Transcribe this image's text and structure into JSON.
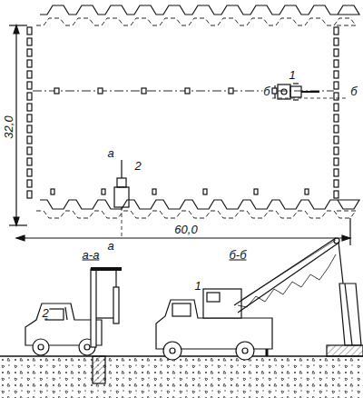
{
  "diagram": {
    "labels": [
      "32,0",
      "60,0",
      "1",
      "2",
      "а",
      "а",
      "б",
      "б",
      "а-а",
      "б-б",
      "2",
      "1"
    ]
  }
}
